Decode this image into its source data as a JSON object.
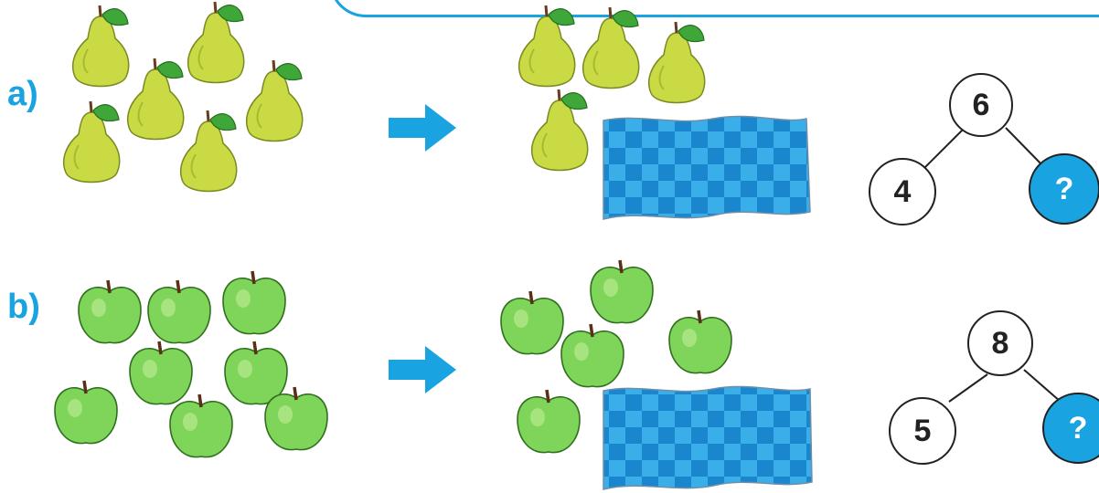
{
  "rows": [
    {
      "label": "a)",
      "fruit": "pear",
      "left_count": 6,
      "right_visible_count": 4,
      "bond": {
        "whole": "6",
        "part_known": "4",
        "part_unknown": "?"
      }
    },
    {
      "label": "b)",
      "fruit": "apple",
      "left_count": 8,
      "right_visible_count": 5,
      "bond": {
        "whole": "8",
        "part_known": "5",
        "part_unknown": "?"
      }
    }
  ],
  "colors": {
    "accent": "#19a3e0",
    "pear": "#c7d94a",
    "apple": "#7fcf5a",
    "leaf": "#3fa63a",
    "cloth": "#3aaee8",
    "cloth_dark": "#1683c9"
  },
  "icons": [
    "pear-icon",
    "apple-icon",
    "right-arrow-icon",
    "checkered-cloth-icon"
  ]
}
